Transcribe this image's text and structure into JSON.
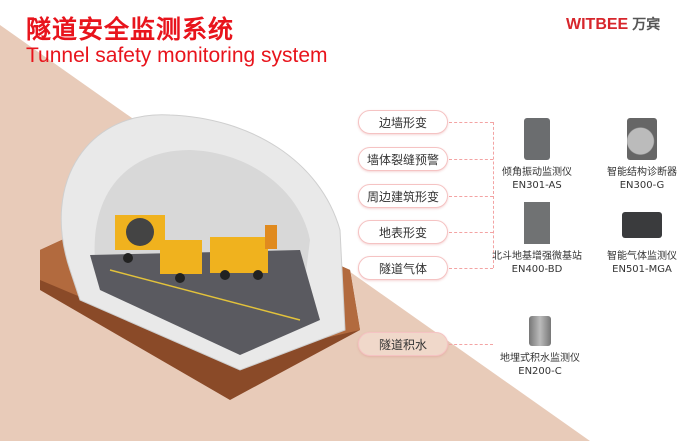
{
  "header": {
    "title": "隧道安全监测系统",
    "subtitle": "Tunnel safety monitoring system"
  },
  "logo": {
    "brand": "WITBEE",
    "cn": "万宾"
  },
  "colors": {
    "accent": "#e8141c",
    "band": "#e8cbb9"
  },
  "tags": [
    "边墙形变",
    "墙体裂缝预警",
    "周边建筑形变",
    "地表形变",
    "隧道气体",
    "隧道积水"
  ],
  "devices": [
    {
      "name": "倾角振动监测仪",
      "model": "EN301-AS"
    },
    {
      "name": "智能结构诊断器",
      "model": "EN300-G"
    },
    {
      "name": "北斗地基增强微基站",
      "model": "EN400-BD"
    },
    {
      "name": "智能气体监测仪",
      "model": "EN501-MGA"
    },
    {
      "name": "地埋式积水监测仪",
      "model": "EN200-C"
    }
  ]
}
